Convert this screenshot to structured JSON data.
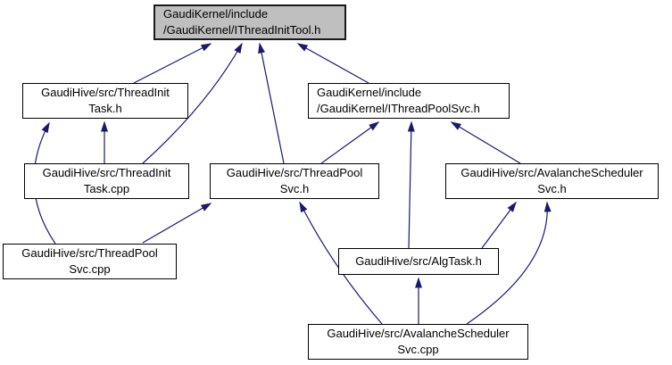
{
  "diagram": {
    "type": "include-dependency-graph",
    "colors": {
      "edge": "#191970",
      "node_fill": "#ffffff",
      "current_node_fill": "#bfbfbf",
      "node_border": "#000000"
    },
    "nodes": [
      {
        "id": "ithreadinittool-h",
        "label": "GaudiKernel/include\n/GaudiKernel/IThreadInitTool.h",
        "current": true
      },
      {
        "id": "threadinittask-h",
        "label": "GaudiHive/src/ThreadInit\nTask.h"
      },
      {
        "id": "ithreadpoolsvc-h",
        "label": "GaudiKernel/include\n/GaudiKernel/IThreadPoolSvc.h"
      },
      {
        "id": "threadinittask-cpp",
        "label": "GaudiHive/src/ThreadInit\nTask.cpp"
      },
      {
        "id": "threadpoolsvc-h",
        "label": "GaudiHive/src/ThreadPool\nSvc.h"
      },
      {
        "id": "avalancheschedulersvc-h",
        "label": "GaudiHive/src/AvalancheScheduler\nSvc.h"
      },
      {
        "id": "threadpoolsvc-cpp",
        "label": "GaudiHive/src/ThreadPool\nSvc.cpp"
      },
      {
        "id": "algtask-h",
        "label": "GaudiHive/src/AlgTask.h"
      },
      {
        "id": "avalancheschedulersvc-cpp",
        "label": "GaudiHive/src/AvalancheScheduler\nSvc.cpp"
      }
    ],
    "edges": [
      {
        "from": "threadinittask-h",
        "to": "ithreadinittool-h"
      },
      {
        "from": "threadinittask-cpp",
        "to": "ithreadinittool-h"
      },
      {
        "from": "threadpoolsvc-h",
        "to": "ithreadinittool-h"
      },
      {
        "from": "ithreadpoolsvc-h",
        "to": "ithreadinittool-h"
      },
      {
        "from": "threadinittask-cpp",
        "to": "threadinittask-h"
      },
      {
        "from": "threadpoolsvc-cpp",
        "to": "threadinittask-h"
      },
      {
        "from": "threadpoolsvc-cpp",
        "to": "threadpoolsvc-h"
      },
      {
        "from": "threadpoolsvc-h",
        "to": "ithreadpoolsvc-h"
      },
      {
        "from": "algtask-h",
        "to": "ithreadpoolsvc-h"
      },
      {
        "from": "avalancheschedulersvc-h",
        "to": "ithreadpoolsvc-h"
      },
      {
        "from": "algtask-h",
        "to": "avalancheschedulersvc-h"
      },
      {
        "from": "avalancheschedulersvc-cpp",
        "to": "avalancheschedulersvc-h"
      },
      {
        "from": "avalancheschedulersvc-cpp",
        "to": "algtask-h"
      },
      {
        "from": "avalancheschedulersvc-cpp",
        "to": "threadpoolsvc-h"
      }
    ]
  }
}
